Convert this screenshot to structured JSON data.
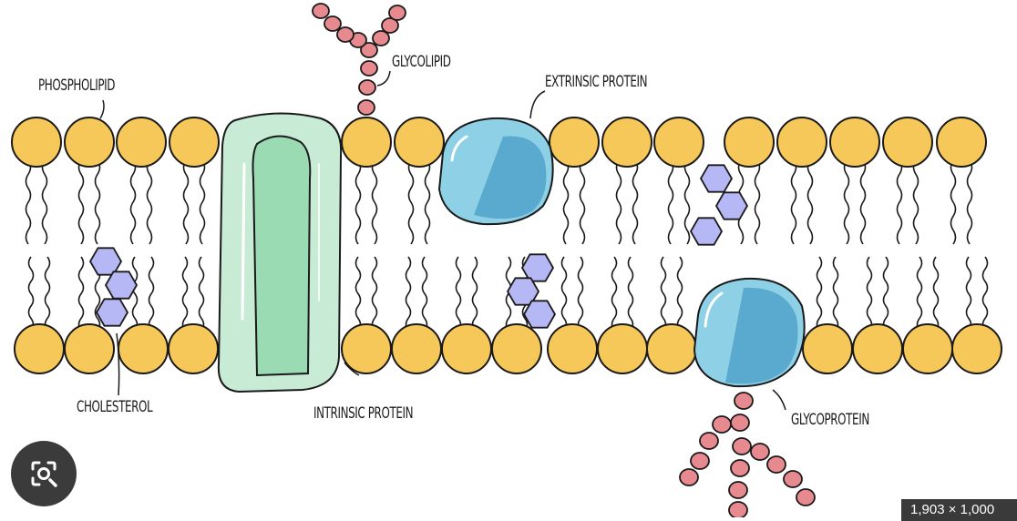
{
  "labels": {
    "phospholipid": "PHOSPHOLIPID",
    "glycolipid": "GLYCOLIPID",
    "extrinsic_protein": "EXTRINSIC PROTEIN",
    "cholesterol": "CHOLESTEROL",
    "intrinsic_protein": "INTRINSIC PROTEIN",
    "glycoprotein": "GLYCOPROTEIN"
  },
  "overlay": {
    "lens_button_icon": "lens-search-icon",
    "dimensions_badge": "1,903 × 1,000"
  },
  "colors": {
    "phospholipid_head": "#F6C85A",
    "outline": "#1a1a1a",
    "intrinsic_protein_outer": "#C8EBD5",
    "intrinsic_protein_inner": "#9BDBB4",
    "globular_protein_light": "#8ED0E6",
    "globular_protein_dark": "#5AAAD0",
    "cholesterol": "#B6B8F5",
    "sugar_chain": "#E68A8F"
  }
}
